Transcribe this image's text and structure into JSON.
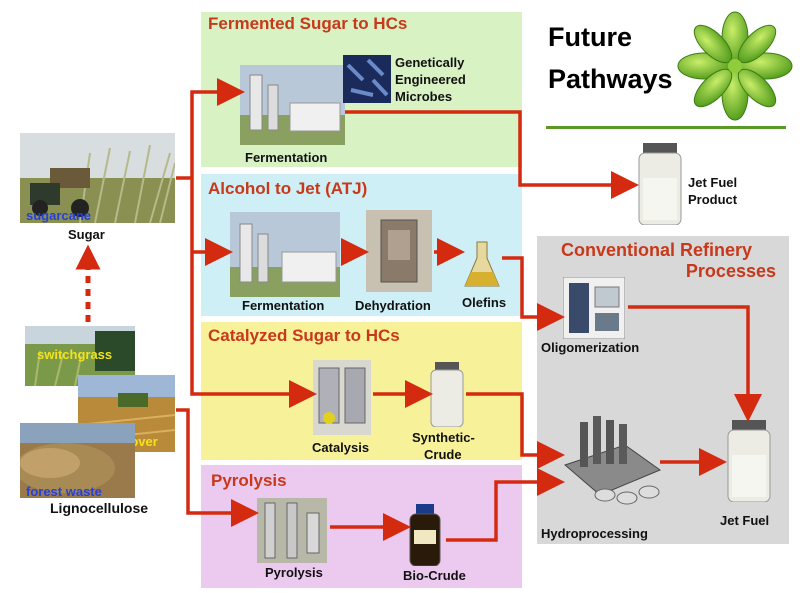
{
  "header": {
    "title_line1": "Future",
    "title_line2": "Pathways"
  },
  "panels": {
    "fermented": {
      "title": "Fermented Sugar to HCs"
    },
    "atj": {
      "title": "Alcohol to Jet (ATJ)"
    },
    "catalyzed": {
      "title": "Catalyzed Sugar to HCs"
    },
    "pyrolysis": {
      "title": "Pyrolysis"
    },
    "refinery": {
      "title_line1": "Conventional Refinery",
      "title_line2": "Processes"
    }
  },
  "labels": {
    "fermentation_top": "Fermentation",
    "microbes_line1": "Genetically",
    "microbes_line2": "Engineered",
    "microbes_line3": "Microbes",
    "jet_fuel_product_line1": "Jet Fuel",
    "jet_fuel_product_line2": "Product",
    "fermentation_atj": "Fermentation",
    "dehydration": "Dehydration",
    "olefins": "Olefins",
    "oligomerization": "Oligomerization",
    "catalysis": "Catalysis",
    "synthetic_crude_line1": "Synthetic-",
    "synthetic_crude_line2": "Crude",
    "hydroprocessing": "Hydroprocessing",
    "jet_fuel": "Jet Fuel",
    "pyrolysis": "Pyrolysis",
    "bio_crude": "Bio-Crude",
    "sugar": "Sugar",
    "lignocellulose": "Lignocellulose"
  },
  "overlays": {
    "sugarcane": "sugarcane",
    "switchgrass": "switchgrass",
    "corn_stover": "corn stover",
    "forest_waste": "forest waste"
  },
  "colors": {
    "fermented_bg": "#d9f2c4",
    "atj_bg": "#cdeff5",
    "catalyzed_bg": "#f7f29a",
    "pyrolysis_bg": "#eccaf0",
    "refinery_bg": "#d8d8d8",
    "title_red": "#c8381a",
    "arrow_red": "#d42a10",
    "underline_green": "#5a9a22"
  }
}
